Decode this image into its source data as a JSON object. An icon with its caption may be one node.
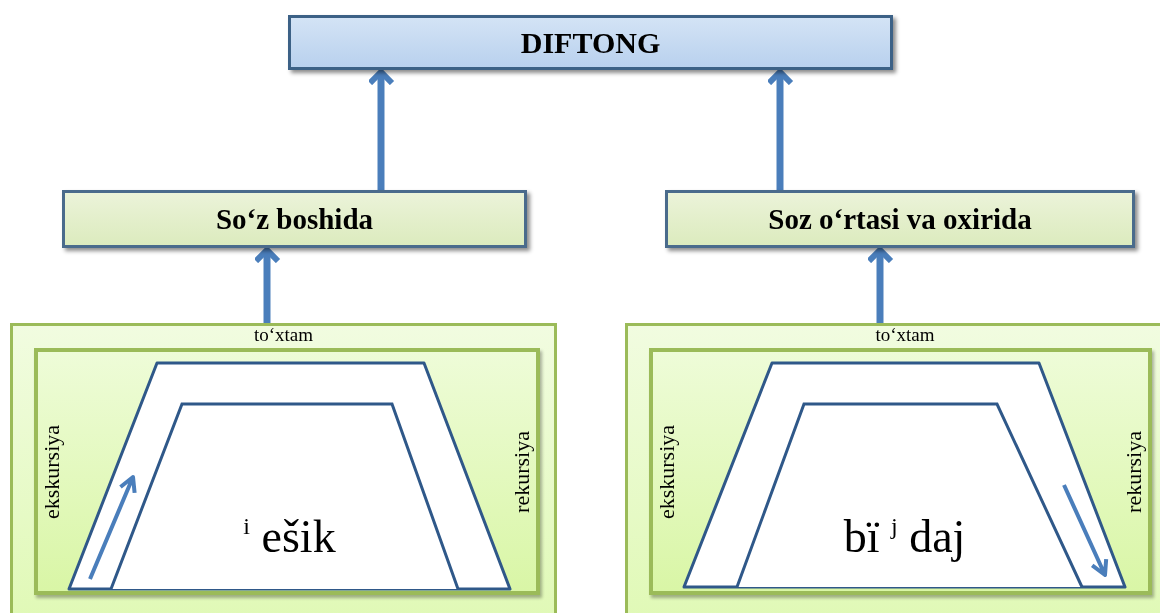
{
  "diagram": {
    "nodes": [
      {
        "text": [
          "DIFTONG"
        ]
      },
      {
        "text": [
          "So‘z boshida"
        ]
      },
      {
        "text": [
          "Soz o‘rtasi va oxirida"
        ]
      },
      {
        "text": [
          "to‘xtam"
        ]
      },
      {
        "text": [
          "ekskursiya",
          "rekursiya"
        ],
        "in": 3
      },
      {
        "text": [
          "$^{i}$ ešik"
        ],
        "in": 4
      },
      {
        "text": [
          "to‘xtam"
        ]
      },
      {
        "text": [
          "ekskursiya",
          "rekursiya"
        ],
        "in": 6
      },
      {
        "text": [
          "bï $^{j}$ daj"
        ],
        "in": 7
      }
    ],
    "edges": [
      {
        "from": 1,
        "to": 0,
        "arrow": "to"
      },
      {
        "from": 2,
        "to": 0,
        "arrow": "to"
      },
      {
        "from": 3,
        "to": 1,
        "arrow": "to"
      },
      {
        "from": 6,
        "to": 2,
        "arrow": "to"
      }
    ]
  }
}
